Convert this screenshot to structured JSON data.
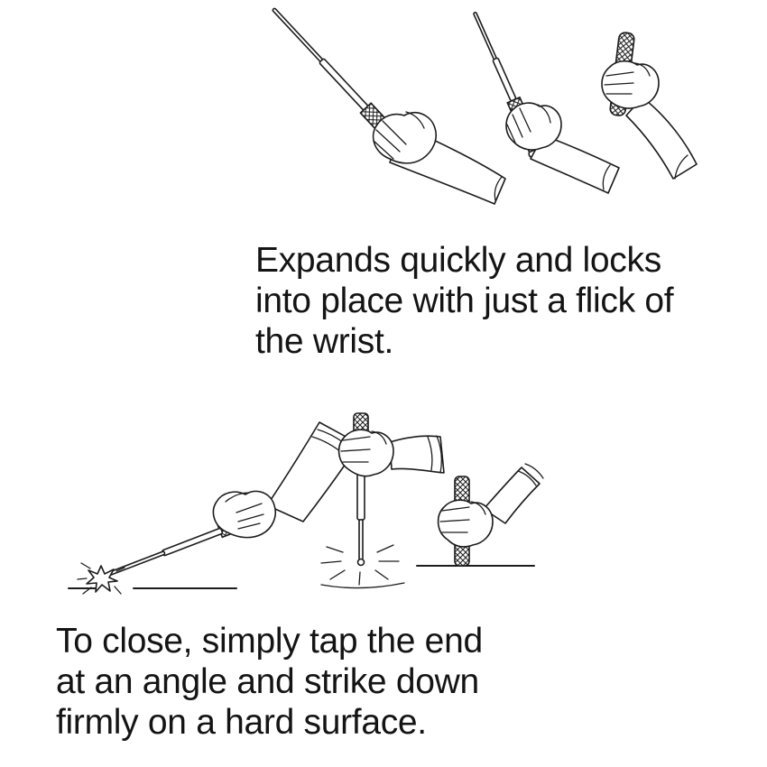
{
  "page": {
    "background": "#ffffff",
    "ink": "#1c1c1c"
  },
  "expand_section": {
    "caption_lines": [
      "Expands quickly and locks",
      "into place with just a flick of",
      "the wrist."
    ]
  },
  "close_section": {
    "caption_lines": [
      "To close, simply tap the end",
      "at an angle and strike down",
      "firmly on a hard surface."
    ]
  },
  "illustrations": {
    "expand_steps": [
      "baton-fully-extended-flick",
      "baton-mid-extension-flick",
      "baton-closed-in-hand"
    ],
    "close_steps": [
      "baton-angled-tap-on-ground",
      "baton-vertical-strike",
      "baton-closed-on-surface"
    ]
  }
}
